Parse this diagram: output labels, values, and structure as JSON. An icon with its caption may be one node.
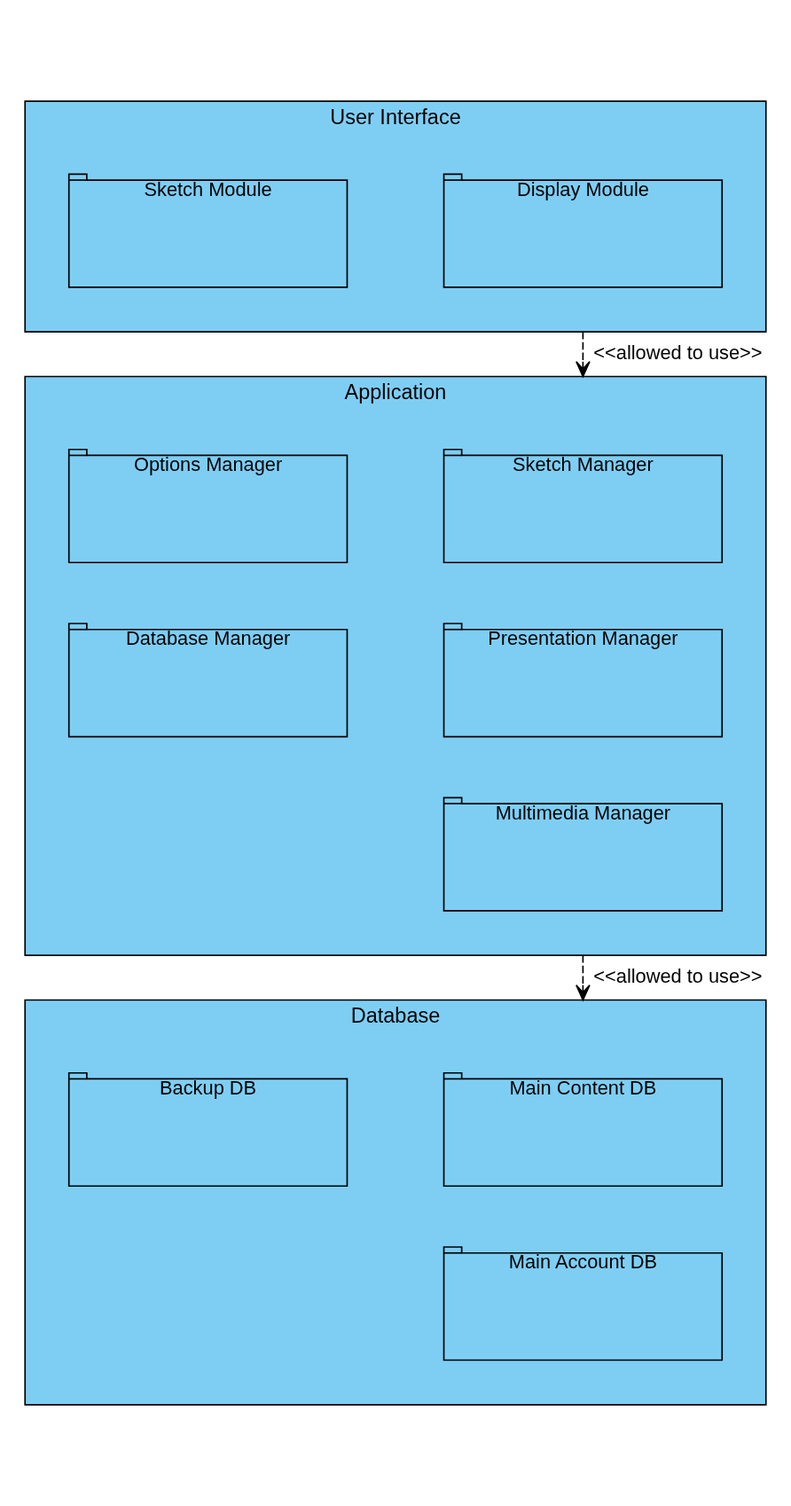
{
  "diagram": {
    "nodes": [
      {
        "text": [
          "User Interface"
        ]
      },
      {
        "text": [
          "Display Module"
        ],
        "in": 0
      },
      {
        "text": [
          "Sketch Module"
        ],
        "in": 0
      },
      {
        "text": [
          "Application"
        ]
      },
      {
        "text": [
          "Sketch Manager"
        ],
        "in": 3
      },
      {
        "text": [
          "Options Manager"
        ],
        "in": 3
      },
      {
        "text": [
          "Presentation Manager"
        ],
        "in": 3
      },
      {
        "text": [
          "Database Manager"
        ],
        "in": 3
      },
      {
        "text": [
          "Multimedia Manager"
        ],
        "in": 3
      },
      {
        "text": [
          "Database"
        ]
      },
      {
        "text": [
          "Main Content DB"
        ],
        "in": 9
      },
      {
        "text": [
          "Backup DB"
        ],
        "in": 9
      },
      {
        "text": [
          "Main Account DB"
        ],
        "in": 9
      }
    ],
    "edges": [
      {
        "from": 0,
        "to": 3,
        "arrow": "to",
        "style": "dashed",
        "label": "<<allowed to use>>"
      },
      {
        "from": 3,
        "to": 9,
        "arrow": "to",
        "style": "dashed",
        "label": "<<allowed to use>>"
      }
    ]
  }
}
